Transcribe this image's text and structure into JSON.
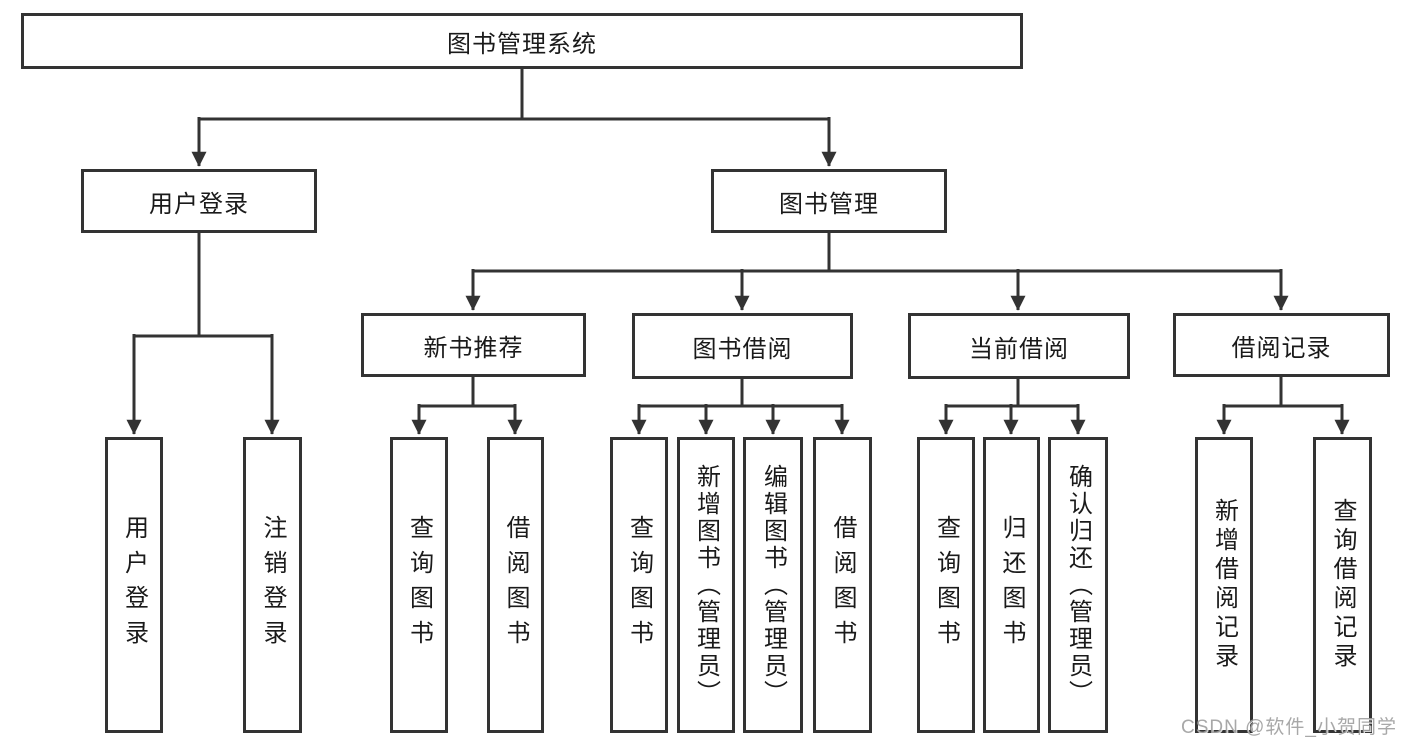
{
  "tree": {
    "label": "图书管理系统",
    "children": [
      {
        "label": "用户登录",
        "children": [
          {
            "label": "用户登录"
          },
          {
            "label": "注销登录"
          }
        ]
      },
      {
        "label": "图书管理",
        "children": [
          {
            "label": "新书推荐",
            "children": [
              {
                "label": "查询图书"
              },
              {
                "label": "借阅图书"
              }
            ]
          },
          {
            "label": "图书借阅",
            "children": [
              {
                "label": "查询图书"
              },
              {
                "label": "新增图书（管理员）"
              },
              {
                "label": "编辑图书（管理员）"
              },
              {
                "label": "借阅图书"
              }
            ]
          },
          {
            "label": "当前借阅",
            "children": [
              {
                "label": "查询图书"
              },
              {
                "label": "归还图书"
              },
              {
                "label": "确认归还（管理员）"
              }
            ]
          },
          {
            "label": "借阅记录",
            "children": [
              {
                "label": "新增借阅记录"
              },
              {
                "label": "查询借阅记录"
              }
            ]
          }
        ]
      }
    ]
  },
  "colors": {
    "line": "#333333",
    "text": "#1a1a1a",
    "box_background": "#ffffff",
    "watermark": "#9e9e9e"
  },
  "watermark": "CSDN @软件_小贺同学"
}
